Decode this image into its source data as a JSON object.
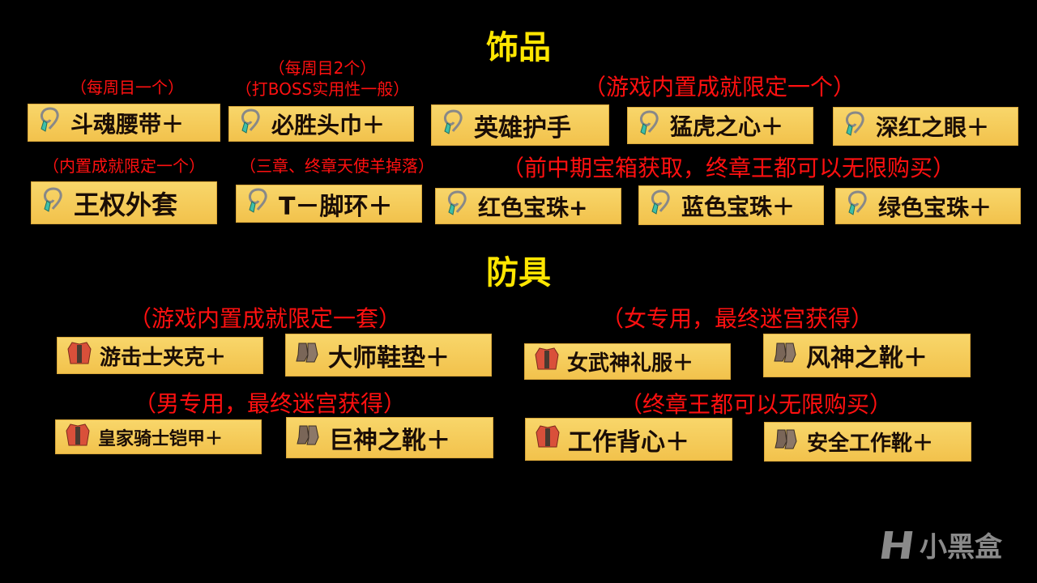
{
  "sections": [
    {
      "title": "饰品"
    },
    {
      "title": "防具"
    }
  ],
  "notes": [
    "（每周目一个）",
    "（每周目2个）",
    "（打BOSS实用性一般）",
    "（游戏内置成就限定一个）",
    "（内置成就限定一个）",
    "（三章、终章天使羊掉落）",
    "（前中期宝箱获取，终章王都可以无限购买）",
    "（游戏内置成就限定一套）",
    "（女专用，最终迷宫获得）",
    "（男专用，最终迷宫获得）",
    "（终章王都可以无限购买）"
  ],
  "items": [
    {
      "label": "斗魂腰带＋",
      "icon": "necklace"
    },
    {
      "label": "必胜头巾＋",
      "icon": "necklace"
    },
    {
      "label": "英雄护手",
      "icon": "necklace"
    },
    {
      "label": "猛虎之心＋",
      "icon": "necklace"
    },
    {
      "label": "深红之眼＋",
      "icon": "necklace"
    },
    {
      "label": "王权外套",
      "icon": "necklace"
    },
    {
      "label": "T－脚环＋",
      "icon": "necklace"
    },
    {
      "label": "红色宝珠+",
      "icon": "necklace"
    },
    {
      "label": "蓝色宝珠＋",
      "icon": "necklace"
    },
    {
      "label": "绿色宝珠＋",
      "icon": "necklace"
    },
    {
      "label": "游击士夹克＋",
      "icon": "jacket"
    },
    {
      "label": "大师鞋垫＋",
      "icon": "boots"
    },
    {
      "label": "女武神礼服＋",
      "icon": "jacket"
    },
    {
      "label": "风神之靴＋",
      "icon": "boots"
    },
    {
      "label": "皇家骑士铠甲＋",
      "icon": "jacket"
    },
    {
      "label": "巨神之靴＋",
      "icon": "boots"
    },
    {
      "label": "工作背心＋",
      "icon": "jacket"
    },
    {
      "label": "安全工作靴＋",
      "icon": "boots"
    }
  ],
  "watermark": {
    "text": "小黑盒"
  }
}
